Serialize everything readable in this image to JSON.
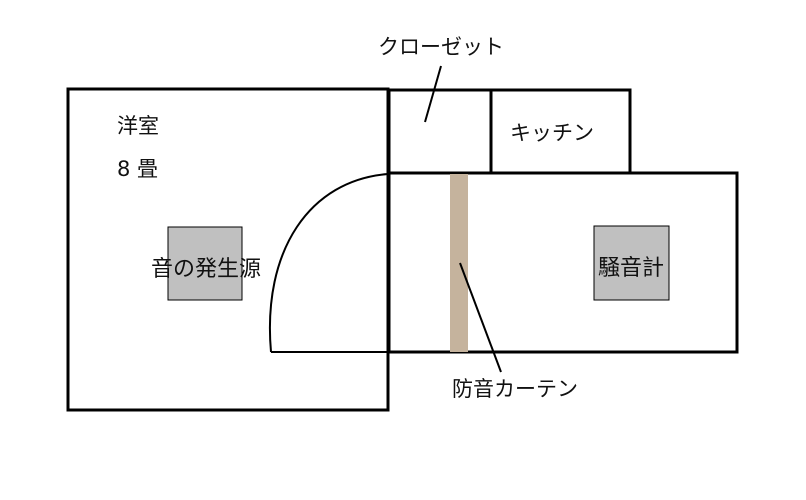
{
  "diagram": {
    "title": "",
    "rooms": [
      {
        "id": "western-room",
        "name": "洋室",
        "size": "8 畳"
      },
      {
        "id": "closet",
        "name": "クローゼット"
      },
      {
        "id": "kitchen",
        "name": "キッチン"
      },
      {
        "id": "hallway",
        "name": ""
      }
    ],
    "objects": {
      "sound_source": "音の発生源",
      "noise_meter": "騒音計",
      "curtain": "防音カーテン"
    },
    "colors": {
      "wall": "#000000",
      "object_fill": "#c0c0c0",
      "curtain": "#c5b39d"
    }
  }
}
